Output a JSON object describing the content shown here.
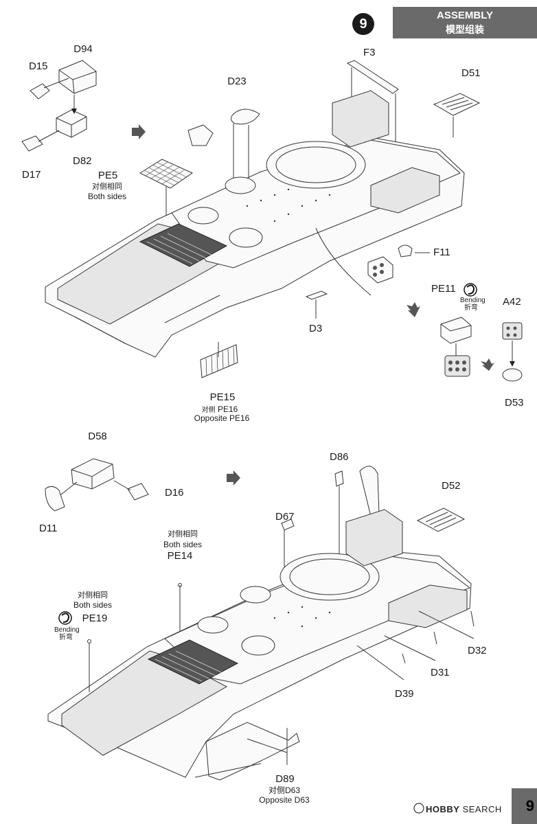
{
  "header": {
    "step_number": "9",
    "title_en": "ASSEMBLY",
    "title_zh": "模型组装"
  },
  "step_top": {
    "labels": {
      "d94": "D94",
      "d15": "D15",
      "d82": "D82",
      "d17": "D17",
      "pe5": "PE5",
      "pe5_note_zh": "对侧相同",
      "pe5_note_en": "Both sides",
      "d23": "D23",
      "f3": "F3",
      "d51": "D51",
      "f11": "F11",
      "pe11": "PE11",
      "bending_en": "Bending",
      "bending_zh": "折弯",
      "a42": "A42",
      "d53": "D53",
      "d3": "D3",
      "pe15": "PE15",
      "pe15_note_zh": "对侧",
      "pe15_note_pe": "PE16",
      "pe15_note_en": "Opposite PE16"
    }
  },
  "step_bottom": {
    "labels": {
      "d58": "D58",
      "d16": "D16",
      "d11": "D11",
      "d86": "D86",
      "d52": "D52",
      "d67": "D67",
      "pe14_note_zh": "对侧相同",
      "pe14_note_en": "Both sides",
      "pe14": "PE14",
      "pe19_note_zh": "对侧相同",
      "pe19_note_en": "Both sides",
      "pe19": "PE19",
      "bending_en": "Bending",
      "bending_zh": "折弯",
      "d32": "D32",
      "d31": "D31",
      "d39": "D39",
      "d89": "D89",
      "d89_note_zh": "对侧D63",
      "d89_note_en": "Opposite D63"
    }
  },
  "footer": {
    "page_number": "9",
    "watermark_brand": "HOBBY",
    "watermark_rest": "SEARCH"
  },
  "icons": [
    "bending-icon",
    "flow-arrow-icon"
  ]
}
